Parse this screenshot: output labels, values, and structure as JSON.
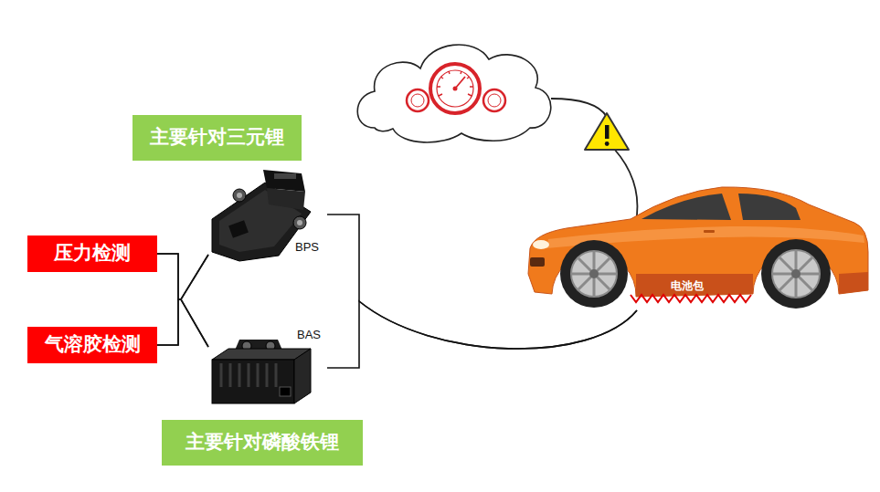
{
  "diagram": {
    "nodes": [
      {
        "text": [
          "主要针对三元锂"
        ]
      },
      {
        "text": [
          "压力检测"
        ]
      },
      {
        "text": [
          "BPS"
        ]
      },
      {
        "text": [
          "气溶胶检测"
        ]
      },
      {
        "text": [
          "BAS"
        ]
      },
      {
        "text": [
          "主要针对磷酸铁锂"
        ]
      },
      {
        "text": [
          "电池包"
        ]
      }
    ],
    "edges": [
      {
        "from": 1,
        "to": 2,
        "arrow": "none"
      },
      {
        "from": 1,
        "to": 4,
        "arrow": "none"
      },
      {
        "from": 3,
        "to": 2,
        "arrow": "none"
      },
      {
        "from": 3,
        "to": 4,
        "arrow": "none"
      },
      {
        "from": 2,
        "to": 6,
        "arrow": "none"
      },
      {
        "from": 4,
        "to": 6,
        "arrow": "none"
      }
    ]
  }
}
